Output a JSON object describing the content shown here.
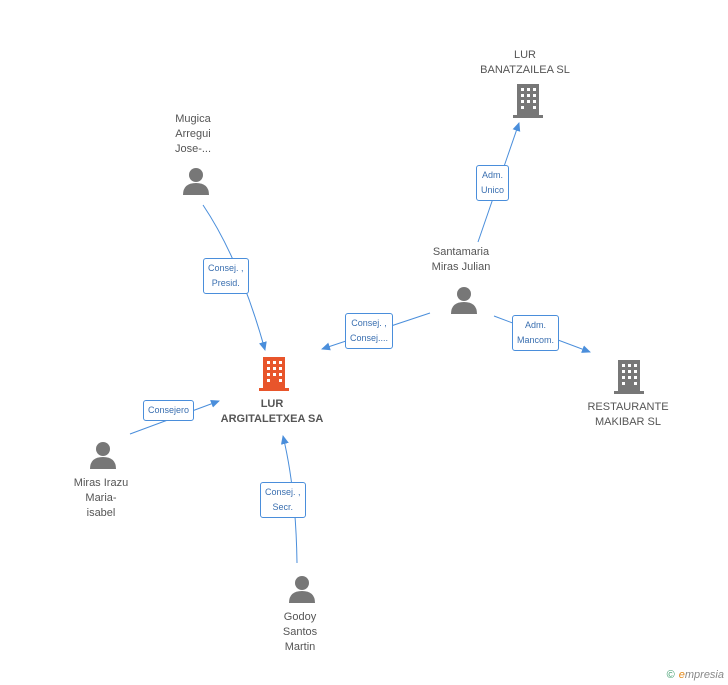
{
  "nodes": {
    "lur_banatzailea": {
      "lines": [
        "LUR",
        "BANATZAILEA SL"
      ],
      "icon": "building-icon"
    },
    "mugica": {
      "lines": [
        "Mugica",
        "Arregui",
        "Jose-..."
      ],
      "icon": "person-icon"
    },
    "santamaria": {
      "lines": [
        "Santamaria",
        "Miras Julian"
      ],
      "icon": "person-icon"
    },
    "lur_argitaletxea": {
      "lines": [
        "LUR",
        "ARGITALETXEA SA"
      ],
      "icon": "building-icon",
      "color": "#e8552b"
    },
    "restaurante": {
      "lines": [
        "RESTAURANTE",
        "MAKIBAR SL"
      ],
      "icon": "building-icon"
    },
    "miras_irazu": {
      "lines": [
        "Miras Irazu",
        "Maria-",
        "isabel"
      ],
      "icon": "person-icon"
    },
    "godoy": {
      "lines": [
        "Godoy",
        "Santos",
        "Martin"
      ],
      "icon": "person-icon"
    }
  },
  "edges": {
    "adm_unico": [
      "Adm.",
      "Unico"
    ],
    "consej_presid": [
      "Consej. ,",
      "Presid."
    ],
    "consej_consej": [
      "Consej. ,",
      "Consej...."
    ],
    "adm_mancom": [
      "Adm.",
      "Mancom."
    ],
    "consejero": [
      "Consejero"
    ],
    "consej_secr": [
      "Consej. ,",
      "Secr."
    ]
  },
  "colors": {
    "edge": "#4a8edb",
    "icon_gray": "#777777",
    "main_building": "#e8552b"
  },
  "footer": {
    "copyright": "©",
    "brand_initial": "e",
    "brand_rest": "mpresia"
  }
}
